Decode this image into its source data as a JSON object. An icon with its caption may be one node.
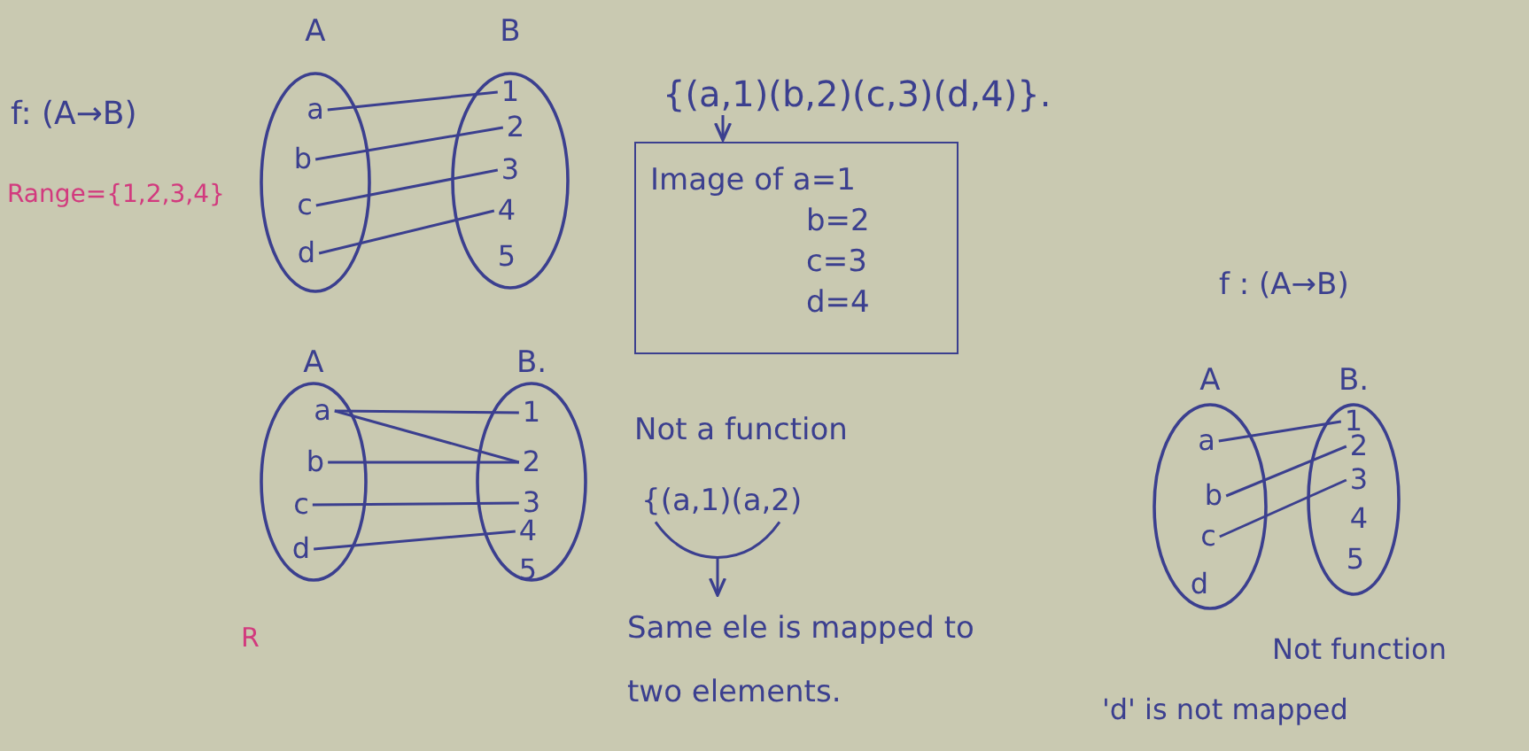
{
  "diagram": {
    "nodes": [
      {
        "text": [
          "A"
        ]
      },
      {
        "text": [
          "a"
        ],
        "in": 0
      },
      {
        "text": [
          "b"
        ],
        "in": 0
      },
      {
        "text": [
          "c"
        ],
        "in": 0
      },
      {
        "text": [
          "d"
        ],
        "in": 0
      },
      {
        "text": [
          "B"
        ]
      },
      {
        "text": [
          "1"
        ],
        "in": 5
      },
      {
        "text": [
          "2"
        ],
        "in": 5
      },
      {
        "text": [
          "3"
        ],
        "in": 5
      },
      {
        "text": [
          "4"
        ],
        "in": 5
      },
      {
        "text": [
          "5"
        ],
        "in": 5
      },
      {
        "text": [
          "{(a,1)(b,2)(c,3)(d,4)}."
        ]
      },
      {
        "text": [
          "Image of a=1",
          "b=2",
          "c=3",
          "d=4"
        ]
      },
      {
        "text": [
          "A"
        ]
      },
      {
        "text": [
          "a"
        ],
        "in": 13
      },
      {
        "text": [
          "b"
        ],
        "in": 13
      },
      {
        "text": [
          "c"
        ],
        "in": 13
      },
      {
        "text": [
          "d"
        ],
        "in": 13
      },
      {
        "text": [
          "B."
        ]
      },
      {
        "text": [
          "1"
        ],
        "in": 18
      },
      {
        "text": [
          "2"
        ],
        "in": 18
      },
      {
        "text": [
          "3"
        ],
        "in": 18
      },
      {
        "text": [
          "4"
        ],
        "in": 18
      },
      {
        "text": [
          "5"
        ],
        "in": 18
      },
      {
        "text": [
          "{(a,1)(a,2)"
        ]
      },
      {
        "text": [
          "Same ele is mapped to two elements."
        ]
      },
      {
        "text": [
          "A"
        ]
      },
      {
        "text": [
          "a"
        ],
        "in": 26
      },
      {
        "text": [
          "b"
        ],
        "in": 26
      },
      {
        "text": [
          "c"
        ],
        "in": 26
      },
      {
        "text": [
          "d"
        ],
        "in": 26
      },
      {
        "text": [
          "B."
        ]
      },
      {
        "text": [
          "1"
        ],
        "in": 31
      },
      {
        "text": [
          "2"
        ],
        "in": 31
      },
      {
        "text": [
          "3"
        ],
        "in": 31
      },
      {
        "text": [
          "4"
        ],
        "in": 31
      },
      {
        "text": [
          "5"
        ],
        "in": 31
      }
    ],
    "edges": [
      {
        "from": 1,
        "to": 6,
        "arrow": "none"
      },
      {
        "from": 2,
        "to": 7,
        "arrow": "none"
      },
      {
        "from": 3,
        "to": 8,
        "arrow": "none"
      },
      {
        "from": 4,
        "to": 9,
        "arrow": "none"
      },
      {
        "from": 11,
        "to": 12,
        "arrow": "to"
      },
      {
        "from": 14,
        "to": 19,
        "arrow": "none"
      },
      {
        "from": 14,
        "to": 20,
        "arrow": "none"
      },
      {
        "from": 15,
        "to": 20,
        "arrow": "none"
      },
      {
        "from": 16,
        "to": 21,
        "arrow": "none"
      },
      {
        "from": 17,
        "to": 22,
        "arrow": "none"
      },
      {
        "from": 24,
        "to": 25,
        "arrow": "to"
      },
      {
        "from": 27,
        "to": 32,
        "arrow": "none"
      },
      {
        "from": 28,
        "to": 33,
        "arrow": "none"
      },
      {
        "from": 29,
        "to": 34,
        "arrow": "none"
      }
    ],
    "labels": [
      "f: (A→B)",
      "Range={1,2,3,4}",
      "f : (A→B)",
      "Not a function",
      "R",
      "Not function",
      "'d' is not mapped"
    ]
  }
}
